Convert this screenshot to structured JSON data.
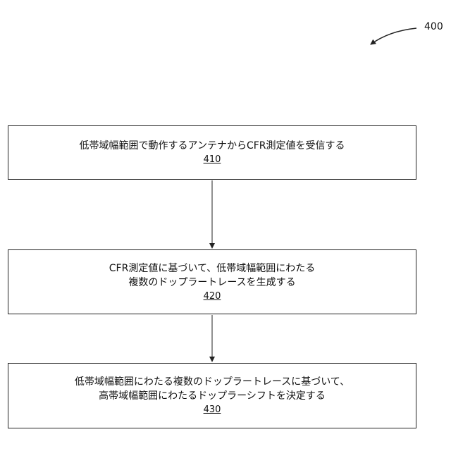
{
  "figure": {
    "reference": "400"
  },
  "steps": [
    {
      "text": "低帯域幅範囲で動作するアンテナからCFR測定値を受信する",
      "ref": "410"
    },
    {
      "text": "CFR測定値に基づいて、低帯域幅範囲にわたる\n複数のドップラートレースを生成する",
      "ref": "420"
    },
    {
      "text": "低帯域幅範囲にわたる複数のドップラートレースに基づいて、\n高帯域幅範囲にわたるドップラーシフトを決定する",
      "ref": "430"
    }
  ]
}
